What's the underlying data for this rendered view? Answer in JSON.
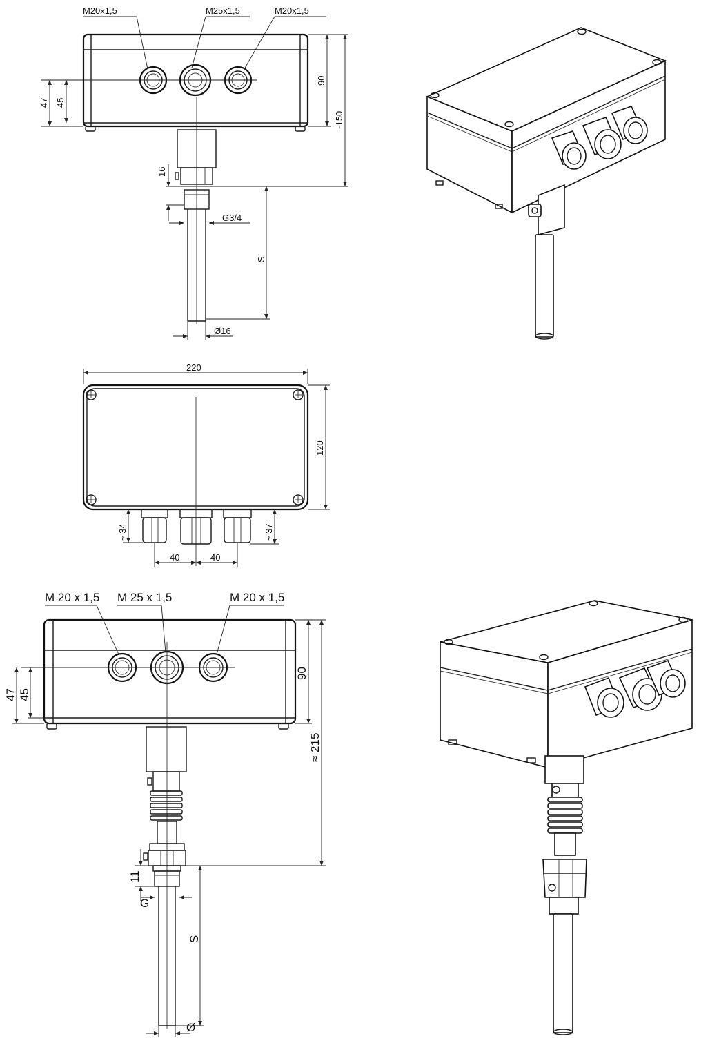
{
  "view1": {
    "thread_left": "M20x1,5",
    "thread_center": "M25x1,5",
    "thread_right": "M20x1,5",
    "dim_47": "47",
    "dim_45": "45",
    "dim_90": "90",
    "dim_150": "~150",
    "dim_16": "16",
    "dim_g": "G3/4",
    "dim_s": "S",
    "dim_d": "Ø16"
  },
  "view2": {
    "dim_220": "220",
    "dim_120": "120",
    "dim_34": "~ 34",
    "dim_37": "~ 37",
    "dim_40a": "40",
    "dim_40b": "40"
  },
  "view3": {
    "thread_left": "M 20 x 1,5",
    "thread_center": "M 25 x 1,5",
    "thread_right": "M 20 x 1,5",
    "dim_47": "47",
    "dim_45": "45",
    "dim_90": "90",
    "dim_215": "≈ 215",
    "dim_11": "11",
    "dim_g": "G",
    "dim_s": "S",
    "dim_d": "Ø"
  }
}
